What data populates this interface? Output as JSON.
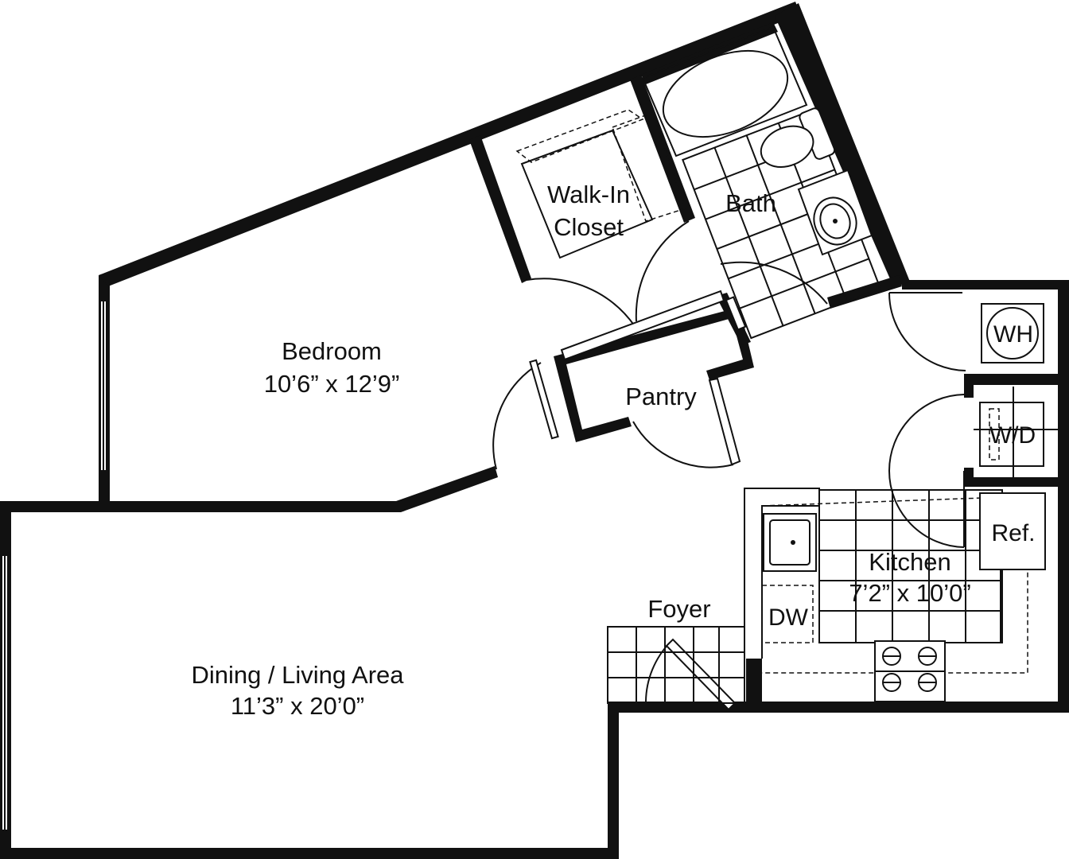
{
  "rooms": {
    "bedroom": {
      "name": "Bedroom",
      "dims": "10’6” x 12’9”"
    },
    "walk_in_closet": {
      "line1": "Walk-In",
      "line2": "Closet"
    },
    "bath": {
      "name": "Bath"
    },
    "pantry": {
      "name": "Pantry"
    },
    "wh": {
      "name": "WH"
    },
    "wd": {
      "name": "W/D"
    },
    "ref": {
      "name": "Ref."
    },
    "kitchen": {
      "name": "Kitchen",
      "dims": "7’2” x 10’0”"
    },
    "dw": {
      "name": "DW"
    },
    "foyer": {
      "name": "Foyer"
    },
    "dining_living": {
      "name": "Dining / Living Area",
      "dims": "11’3” x 20’0”"
    }
  }
}
